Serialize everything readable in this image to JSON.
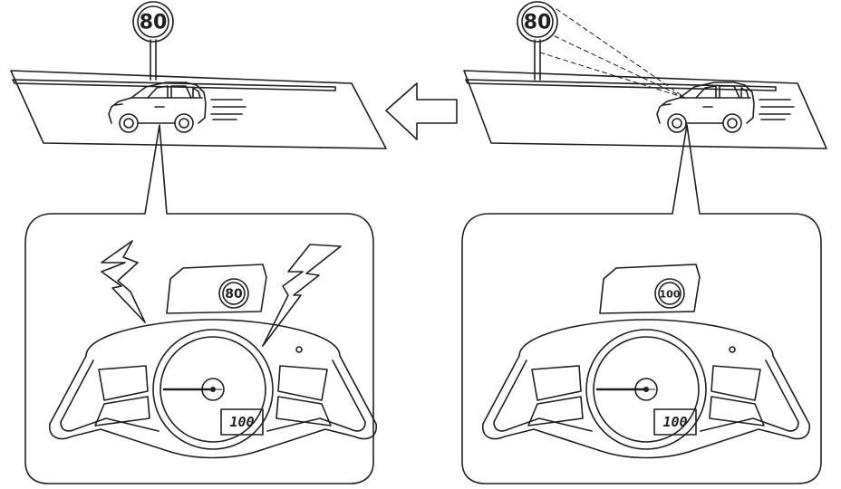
{
  "left_scene": {
    "road_sign_speed": "80",
    "cluster_sign_speed": "80",
    "speed_display": "100"
  },
  "right_scene": {
    "road_sign_speed": "80",
    "cluster_sign_speed": "100",
    "speed_display": "100"
  },
  "colors": {
    "line": "#231f20",
    "panel_fill": "#f2f2f2",
    "background": "#ffffff"
  }
}
